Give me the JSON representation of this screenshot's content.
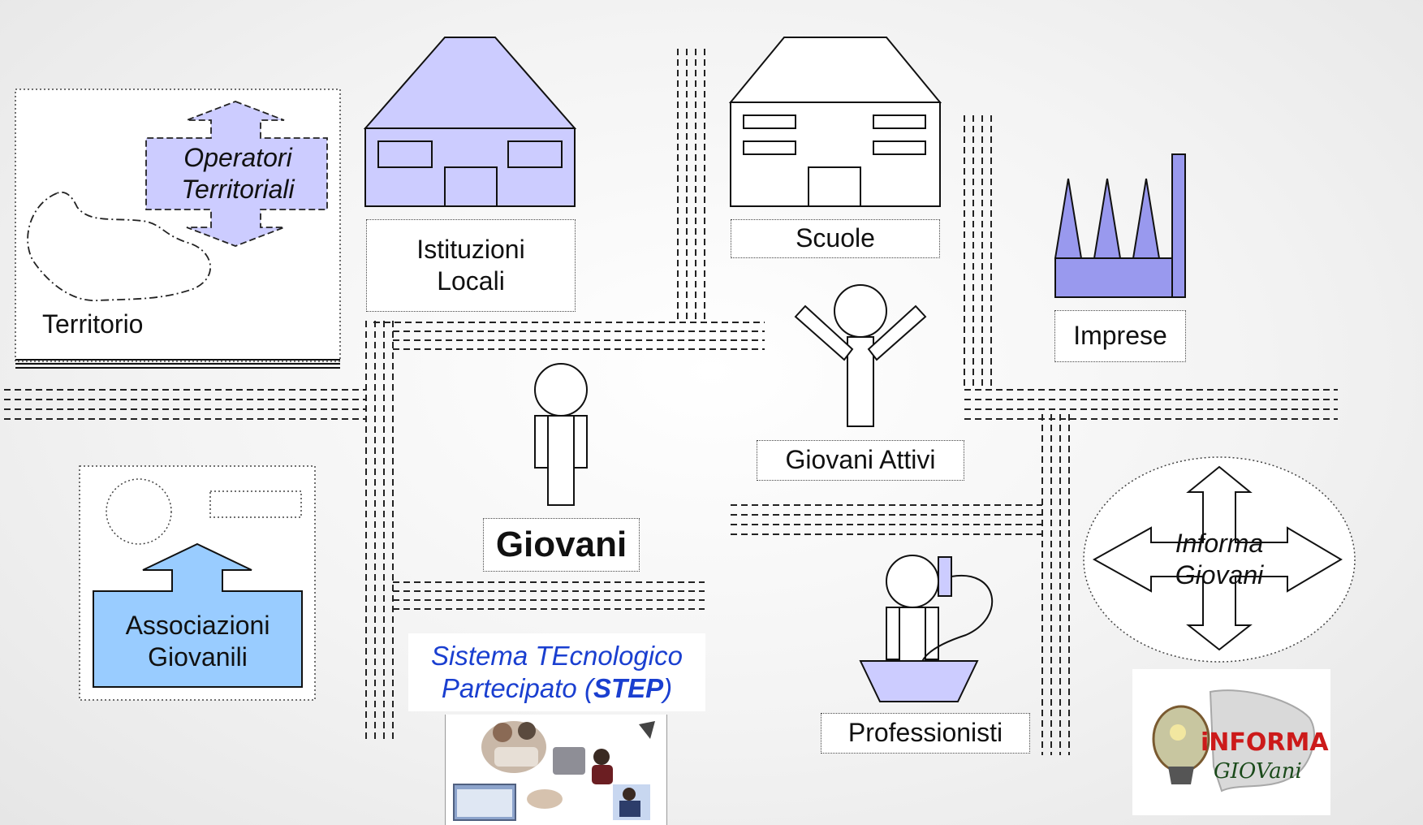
{
  "labels": {
    "territorio": "Territorio",
    "operatori_line1": "Operatori",
    "operatori_line2": "Territoriali",
    "istituzioni_line1": "Istituzioni",
    "istituzioni_line2": "Locali",
    "scuole": "Scuole",
    "imprese": "Imprese",
    "giovani": "Giovani",
    "giovani_attivi": "Giovani Attivi",
    "associazioni_line1": "Associazioni",
    "associazioni_line2": "Giovanili",
    "step_line1": "Sistema TEcnologico",
    "step_line2_prefix": "Partecipato (",
    "step_line2_bold": "STEP",
    "step_line2_suffix": ")",
    "professionisti": "Professionisti",
    "informa_line1": "Informa",
    "informa_line2": "Giovani",
    "logo_word1": "iNFORMA",
    "logo_word2": "GIOVani"
  },
  "colors": {
    "lavender": "#ccccff",
    "factory": "#9999ee",
    "light_blue": "#99ccff",
    "step_blue": "#1a3fd0",
    "logo_red": "#cc1a1a"
  }
}
